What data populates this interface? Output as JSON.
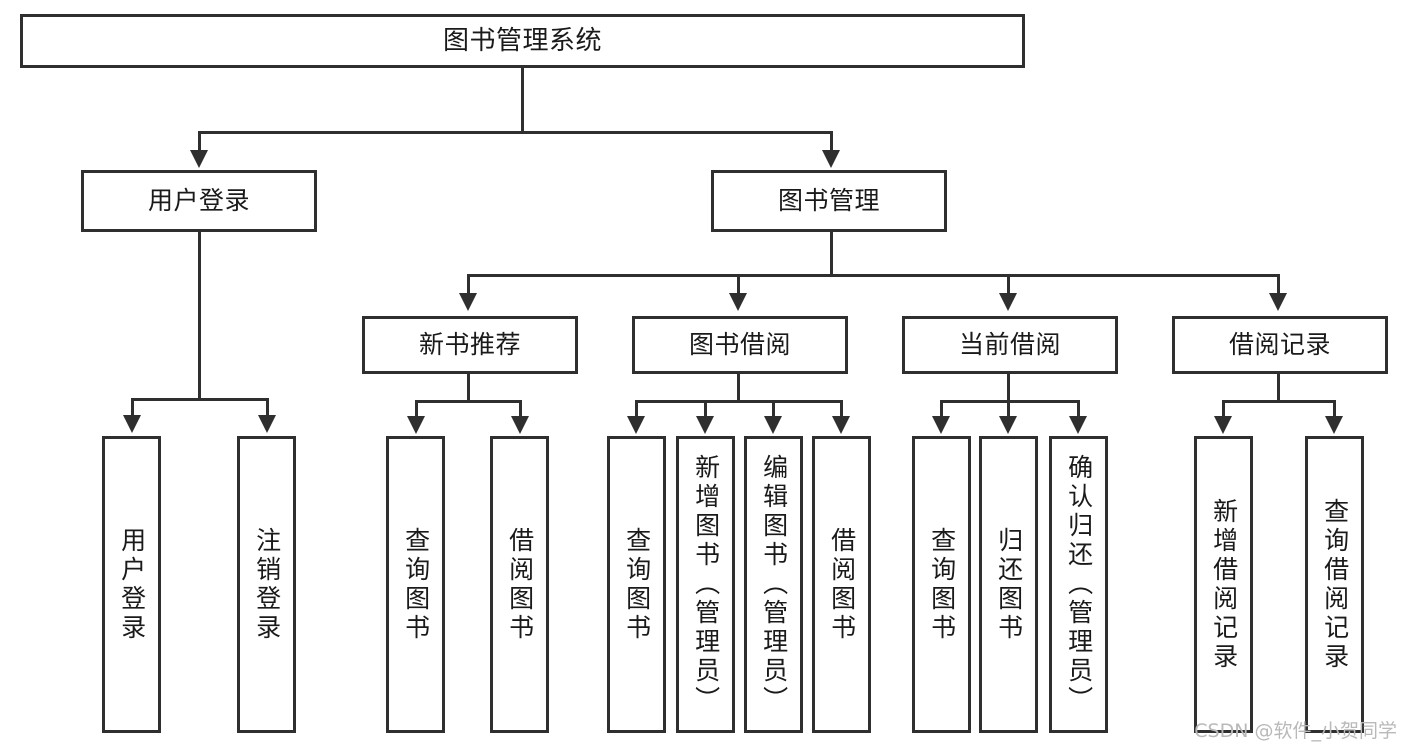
{
  "diagram": {
    "type": "tree-hierarchy-diagram",
    "title": "图书管理系统",
    "watermark": "CSDN @软件_小贺同学",
    "colors": {
      "stroke": "#2f2f2f",
      "fill": "#ffffff",
      "text": "#1a1a1a",
      "watermark": "#b9b9b9"
    },
    "nodes": {
      "root": {
        "label": "图书管理系统",
        "level": 1
      },
      "l2": [
        {
          "id": "user-login",
          "label": "用户登录",
          "level": 2
        },
        {
          "id": "book-management",
          "label": "图书管理",
          "level": 2
        }
      ],
      "l3": [
        {
          "id": "new-book-recommend",
          "label": "新书推荐",
          "level": 3,
          "parent": "book-management"
        },
        {
          "id": "book-borrow",
          "label": "图书借阅",
          "level": 3,
          "parent": "book-management"
        },
        {
          "id": "current-borrow",
          "label": "当前借阅",
          "level": 3,
          "parent": "book-management"
        },
        {
          "id": "borrow-record",
          "label": "借阅记录",
          "level": 3,
          "parent": "book-management"
        }
      ],
      "leaves": [
        {
          "id": "leaf-user-login",
          "label": "用户登录",
          "parent": "user-login"
        },
        {
          "id": "leaf-logout-login",
          "label": "注销登录",
          "parent": "user-login"
        },
        {
          "id": "leaf-query-book-1",
          "label": "查询图书",
          "parent": "new-book-recommend"
        },
        {
          "id": "leaf-borrow-book-1",
          "label": "借阅图书",
          "parent": "new-book-recommend"
        },
        {
          "id": "leaf-query-book-2",
          "label": "查询图书",
          "parent": "book-borrow"
        },
        {
          "id": "leaf-add-book",
          "label": "新增图书（管理员）",
          "parent": "book-borrow"
        },
        {
          "id": "leaf-edit-book",
          "label": "编辑图书（管理员）",
          "parent": "book-borrow"
        },
        {
          "id": "leaf-borrow-book-2",
          "label": "借阅图书",
          "parent": "book-borrow"
        },
        {
          "id": "leaf-query-book-3",
          "label": "查询图书",
          "parent": "current-borrow"
        },
        {
          "id": "leaf-return-book",
          "label": "归还图书",
          "parent": "current-borrow"
        },
        {
          "id": "leaf-confirm-return",
          "label": "确认归还（管理员）",
          "parent": "current-borrow"
        },
        {
          "id": "leaf-add-record",
          "label": "新增借阅记录",
          "parent": "borrow-record"
        },
        {
          "id": "leaf-query-record",
          "label": "查询借阅记录",
          "parent": "borrow-record"
        }
      ]
    }
  }
}
